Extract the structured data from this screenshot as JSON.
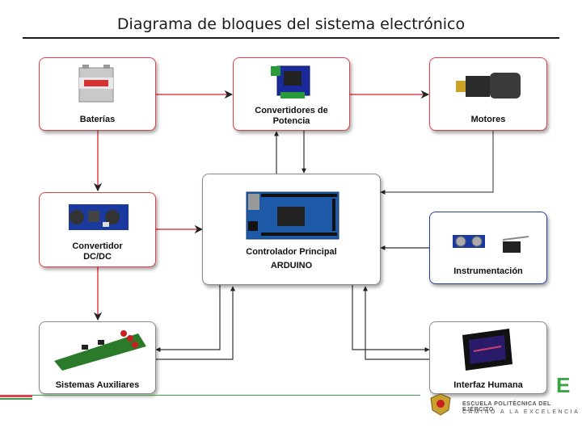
{
  "title": "Diagrama de bloques del sistema electrónico",
  "blocks": {
    "baterias": "Baterías",
    "convertidores_potencia": [
      "Convertidores de",
      "Potencia"
    ],
    "motores": "Motores",
    "convertidor_dcdc": [
      "Convertidor",
      "DC/DC"
    ],
    "controlador": [
      "Controlador Principal",
      "ARDUINO"
    ],
    "instrumentacion": "Instrumentación",
    "sistemas_auxiliares": "Sistemas Auxiliares",
    "interfaz_humana": "Interfaz Humana"
  },
  "footer": {
    "logo_letter": "E",
    "institution": "ESCUELA POLITÉCNICA DEL EJÉRCITO",
    "motto": "CAMINO A LA EXCELENCIA"
  },
  "colors": {
    "red_border": "#e0404a",
    "blue_border": "#2040a0",
    "gray_border": "#8a8a8a",
    "accent_green": "#3aa345"
  }
}
